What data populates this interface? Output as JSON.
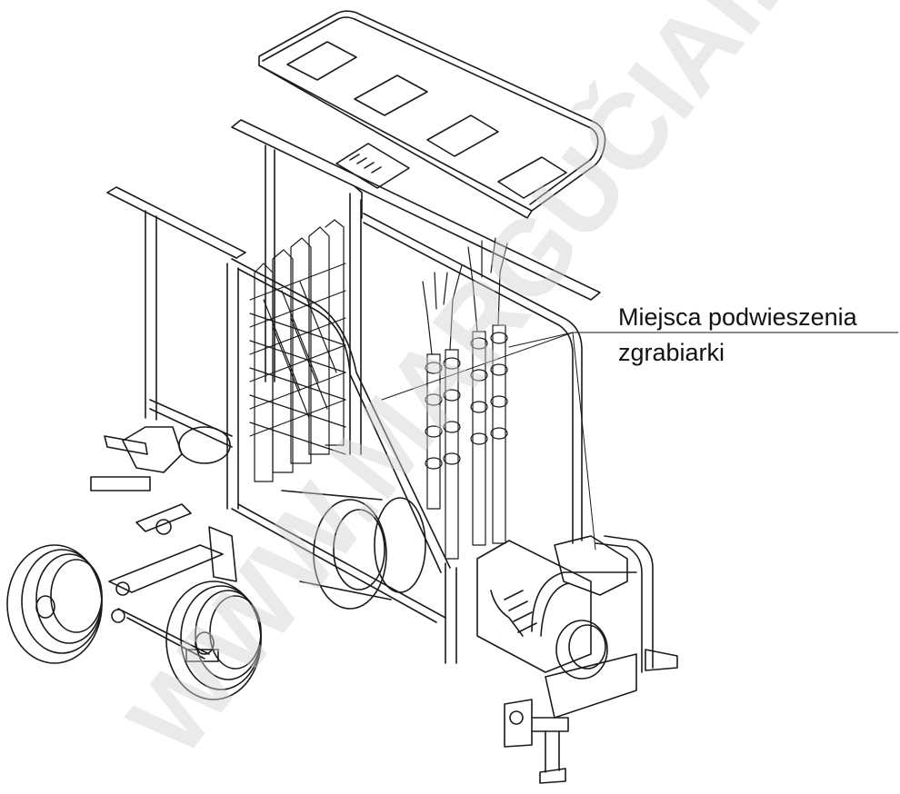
{
  "callout": {
    "line1": "Miejsca podwieszenia",
    "line2": "zgrabiarki"
  },
  "watermark": {
    "text": "WWW.MARGUČIAI.LT",
    "color": "#d0d0d0"
  },
  "colors": {
    "line": "#1a1a1a",
    "background": "#ffffff"
  }
}
